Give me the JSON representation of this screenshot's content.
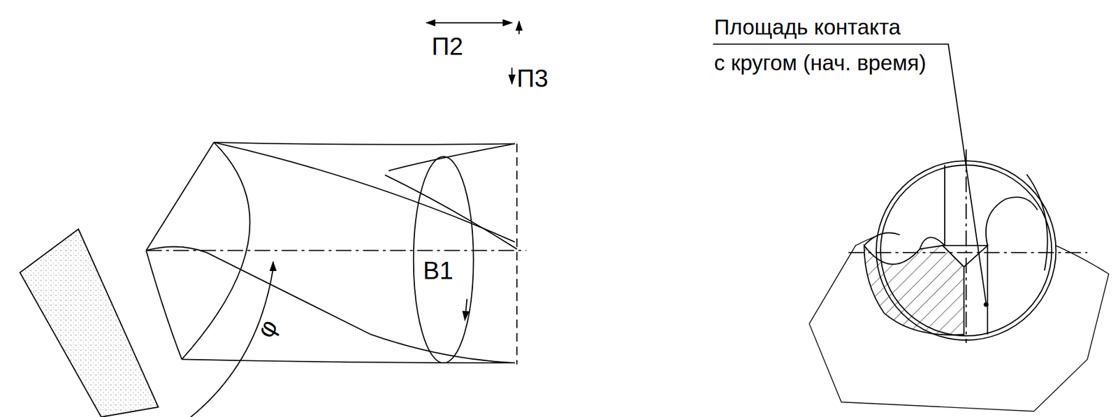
{
  "diagram": {
    "labels": [
      "П2",
      "П3",
      "В1",
      "φ",
      "Площадь контакта",
      "с кругом (нач. время)"
    ]
  }
}
